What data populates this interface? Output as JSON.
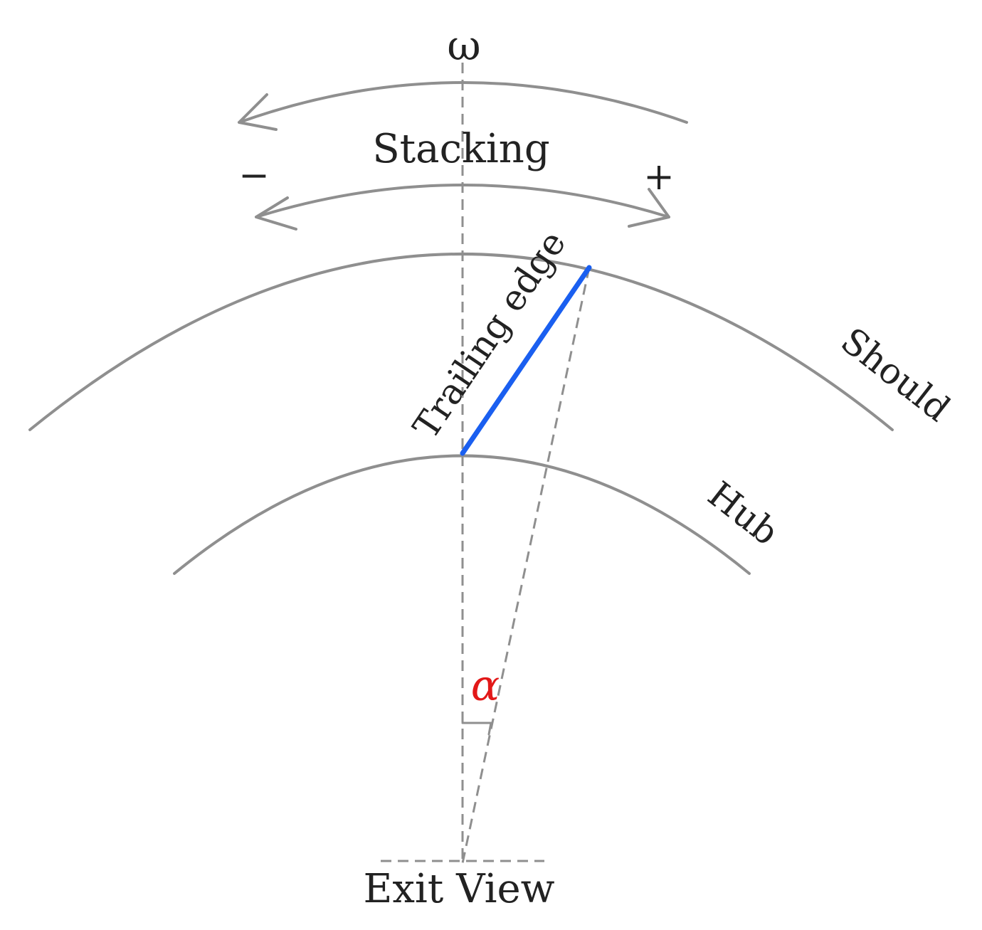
{
  "labels": {
    "omega": "ω",
    "stacking": "Stacking",
    "minus": "−",
    "plus": "+",
    "trailing_edge": "Trailing edge",
    "should": "Should",
    "hub": "Hub",
    "alpha": "α",
    "exit_view": "Exit View"
  },
  "colors": {
    "curves": "#8f8f8f",
    "trailing_edge_line": "#1a5ff0",
    "alpha": "#e21818",
    "text": "#222222"
  }
}
